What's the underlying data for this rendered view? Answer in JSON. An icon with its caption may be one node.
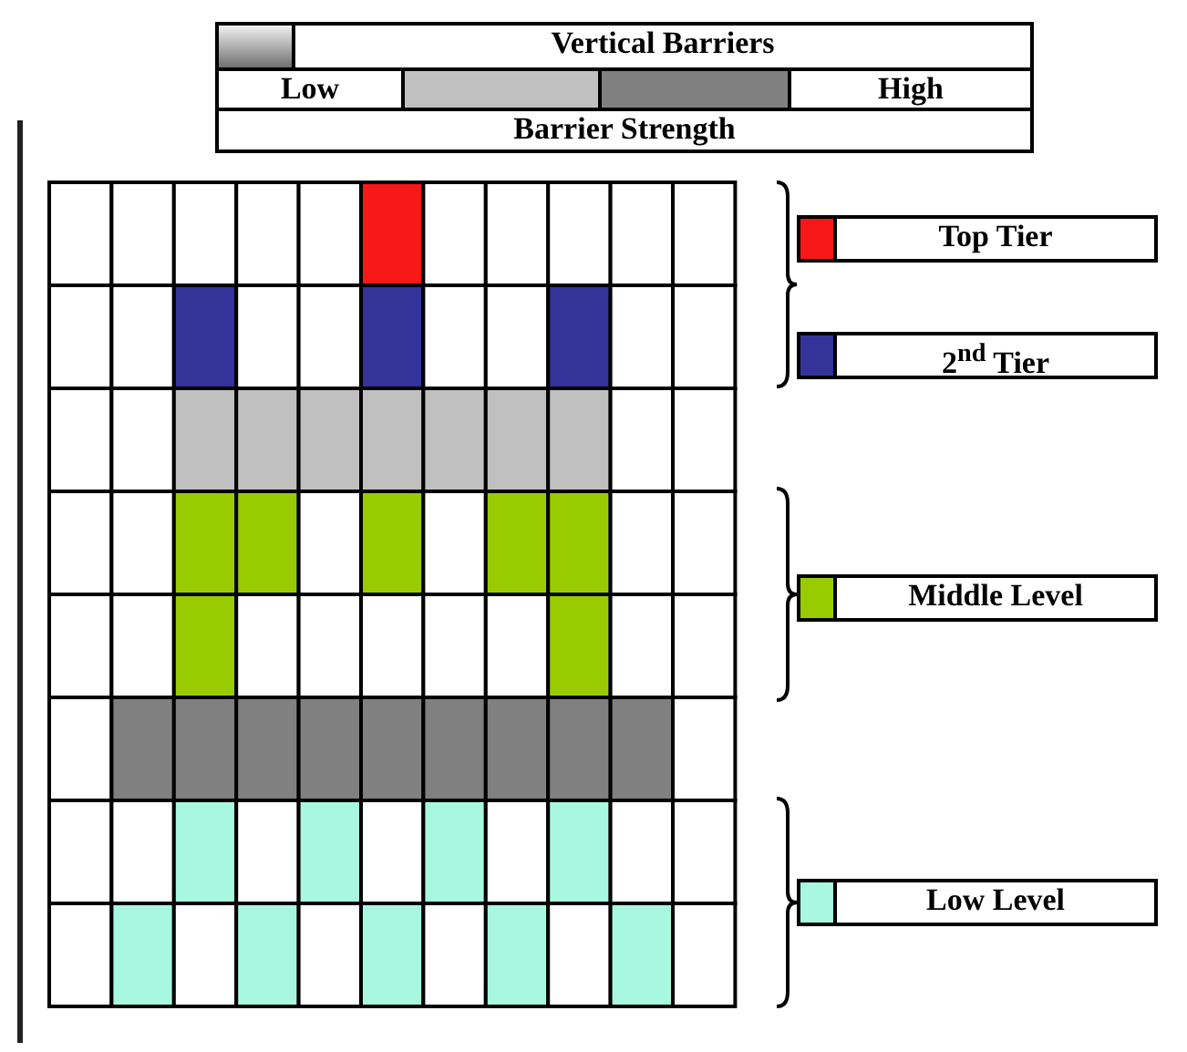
{
  "diagram": {
    "legend": [
      {
        "text": "Vertical Barriers"
      },
      {
        "text": "Low",
        "color": "#c0c0c0"
      },
      {
        "text": "High",
        "color": "#808080"
      },
      {
        "text": "Top Tier",
        "color": "#f81818"
      },
      {
        "text": "2$^{nd}$ Tier",
        "color": "#333399"
      },
      {
        "text": "Middle Level",
        "color": "#99cc00"
      },
      {
        "text": "Low Level",
        "color": "#a8f8e0"
      }
    ],
    "labels": [
      "Barrier Strength"
    ]
  }
}
